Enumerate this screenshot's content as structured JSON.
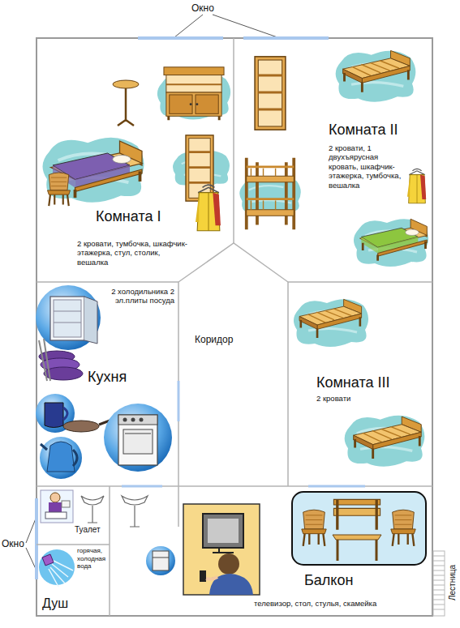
{
  "diagram": {
    "nodes": [
      {
        "text": [
          "Комната I",
          "2 кровати, тумбочка, шкафчик-этажерка, стул, столик, вешалка"
        ]
      },
      {
        "text": [
          "Комната II",
          "2 кровати, 1 двухъярусная кровать, шкафчик-этажерка, тумбочка, вешалка"
        ]
      },
      {
        "text": [
          "2 холодильника 2 эл.плиты посуда",
          "Кухня"
        ]
      },
      {
        "text": [
          "Коридор"
        ]
      },
      {
        "text": [
          "Комната III",
          "2 кровати"
        ]
      },
      {
        "text": [
          "Туалет"
        ]
      },
      {
        "text": [
          "горячая, холодная вода",
          "Душ"
        ]
      },
      {
        "text": [
          "Балкон",
          "телевизор, стол, стулья, скамейка"
        ]
      }
    ],
    "labels": [
      "Окно",
      "Окно",
      "Лестница"
    ]
  }
}
